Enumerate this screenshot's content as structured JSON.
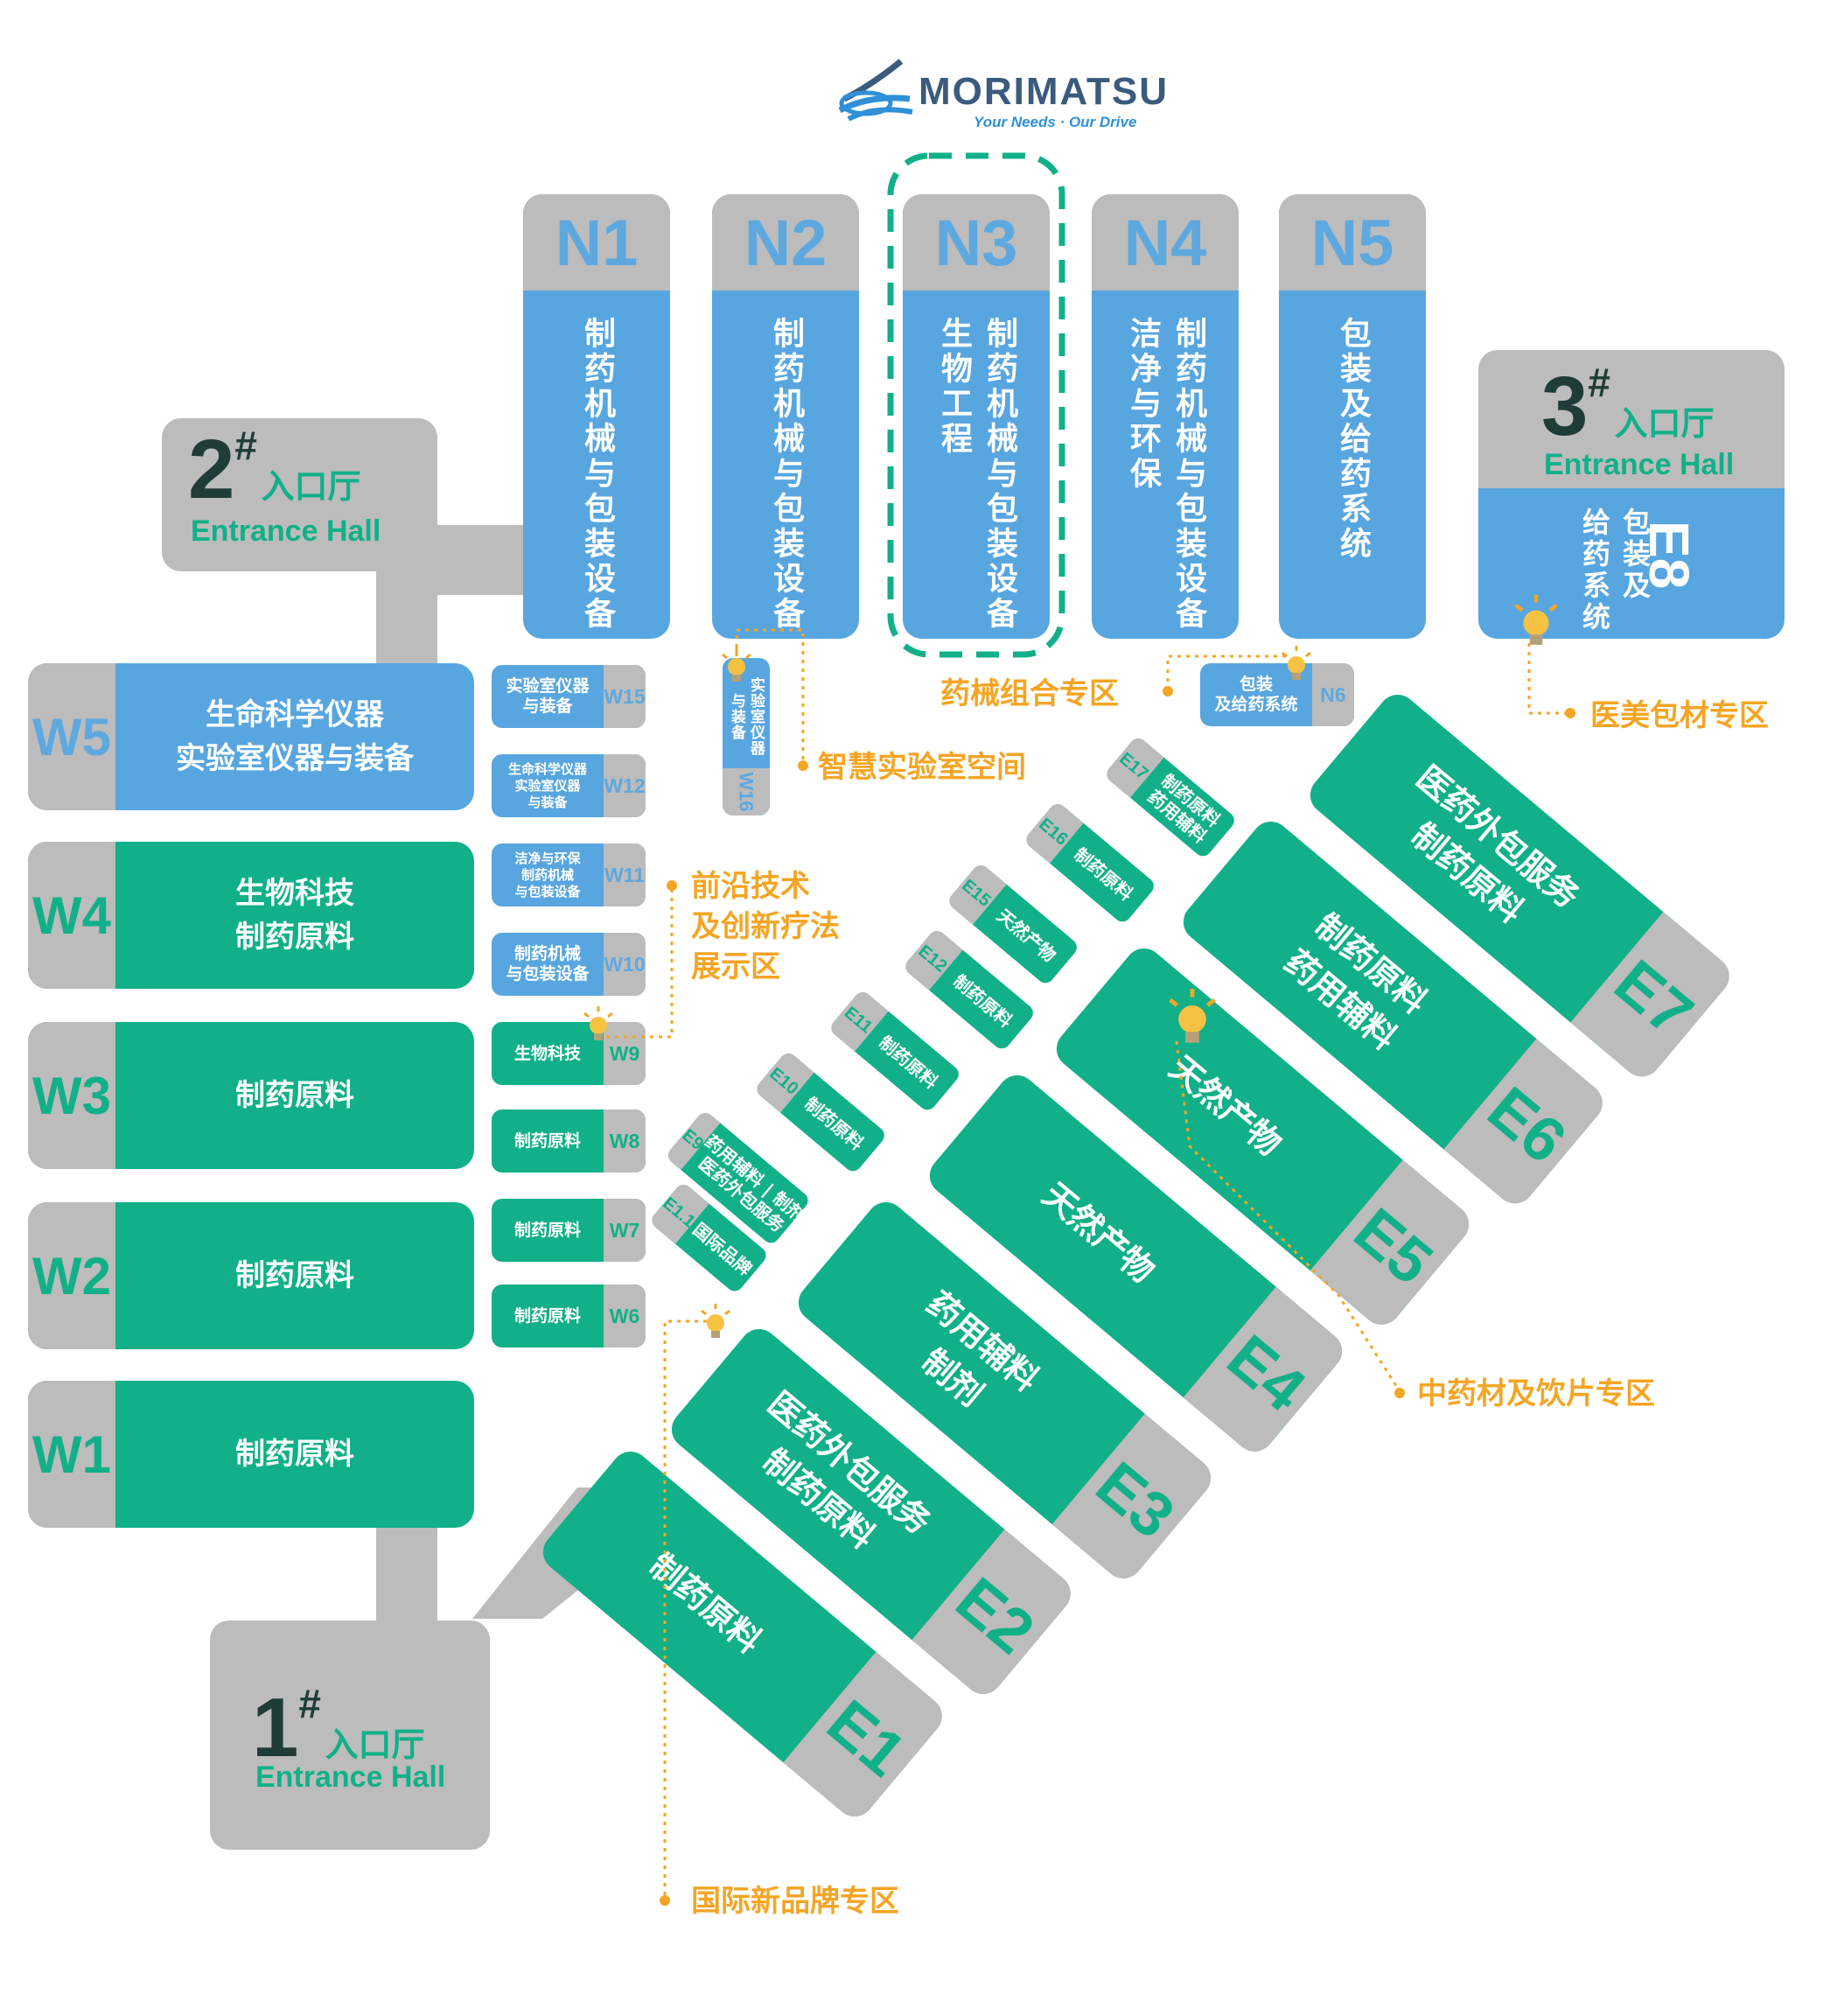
{
  "logo": {
    "name": "MORIMATSU",
    "tagline": "Your Needs · Our Drive"
  },
  "colors": {
    "blue": "#58a6e0",
    "green": "#11b088",
    "gray": "#bcbcbc",
    "orange": "#f5a524",
    "dark": "#1f3c36"
  },
  "entrances": [
    {
      "num": "2",
      "hash": "#",
      "cn": "入口厅",
      "en": "Entrance Hall"
    },
    {
      "num": "3",
      "hash": "#",
      "cn": "入口厅",
      "en": "Entrance Hall"
    },
    {
      "num": "1",
      "hash": "#",
      "cn": "入口厅",
      "en": "Entrance Hall"
    }
  ],
  "north_halls": [
    {
      "id": "N1",
      "text": "制药机械与包装设备"
    },
    {
      "id": "N2",
      "text": "制药机械与包装设备"
    },
    {
      "id": "N3",
      "text": "制药机械与包装设备\n生物工程"
    },
    {
      "id": "N4",
      "text": "制药机械与包装设备\n洁净与环保"
    },
    {
      "id": "N5",
      "text": "包装及给药系统"
    }
  ],
  "e8": {
    "id": "E8",
    "text": "包装及\n给药系统"
  },
  "west_halls": [
    {
      "id": "W5",
      "text": "生命科学仪器\n实验室仪器与装备"
    },
    {
      "id": "W4",
      "text": "生物科技\n制药原料"
    },
    {
      "id": "W3",
      "text": "制药原料"
    },
    {
      "id": "W2",
      "text": "制药原料"
    },
    {
      "id": "W1",
      "text": "制药原料"
    }
  ],
  "small_w": [
    {
      "id": "W15",
      "text": "实验室仪器\n与装备"
    },
    {
      "id": "W12",
      "text": "生命科学仪器\n实验室仪器\n与装备"
    },
    {
      "id": "W11",
      "text": "洁净与环保\n制药机械\n与包装设备"
    },
    {
      "id": "W10",
      "text": "制药机械\n与包装设备"
    },
    {
      "id": "W9",
      "text": "生物科技"
    },
    {
      "id": "W8",
      "text": "制药原料"
    },
    {
      "id": "W7",
      "text": "制药原料"
    },
    {
      "id": "W6",
      "text": "制药原料"
    }
  ],
  "w16": {
    "id": "W16",
    "text": "实验室仪器\n与装备"
  },
  "n6": {
    "id": "N6",
    "text": "包装\n及给药系统"
  },
  "east_halls": [
    {
      "id": "E1",
      "text": "制药原料"
    },
    {
      "id": "E2",
      "text": "医药外包服务\n制药原料"
    },
    {
      "id": "E3",
      "text": "药用辅料\n制剂"
    },
    {
      "id": "E4",
      "text": "天然产物"
    },
    {
      "id": "E5",
      "text": "天然产物"
    },
    {
      "id": "E6",
      "text": "制药原料\n药用辅料"
    },
    {
      "id": "E7",
      "text": "医药外包服务\n制药原料"
    }
  ],
  "small_e": [
    {
      "id": "E17",
      "text": "制药原料\n药用辅料"
    },
    {
      "id": "E16",
      "text": "制药原料"
    },
    {
      "id": "E15",
      "text": "天然产物"
    },
    {
      "id": "E12",
      "text": "制药原料"
    },
    {
      "id": "E11",
      "text": "制药原料"
    },
    {
      "id": "E10",
      "text": "制药原料"
    },
    {
      "id": "E9",
      "text": "药用辅料 | 制剂\n医药外包服务"
    },
    {
      "id": "E1.1",
      "text": "国际品牌"
    }
  ],
  "annotations": {
    "combo_zone": "药械组合专区",
    "medical_beauty": "医美包材专区",
    "smart_lab": "智慧实验室空间",
    "frontier": "前沿技术\n及创新疗法\n展示区",
    "tcm": "中药材及饮片专区",
    "intl_brand": "国际新品牌专区"
  }
}
